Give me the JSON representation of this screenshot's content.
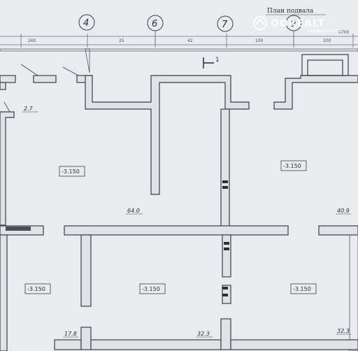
{
  "title": "План подвала",
  "watermark": {
    "brand": "OOREALT",
    "sub": "недвижимость"
  },
  "axes": [
    {
      "label": "4"
    },
    {
      "label": "6"
    },
    {
      "label": "7"
    },
    {
      "label": "9"
    }
  ],
  "dimensions": [
    "260",
    "25",
    "42",
    "100",
    "200",
    "6700"
  ],
  "section_mark": "1",
  "elevations": [
    {
      "text": "-3.150"
    },
    {
      "text": "-3.150"
    },
    {
      "text": "-3.150"
    },
    {
      "text": "-3.150"
    },
    {
      "text": "-3.150"
    }
  ],
  "areas": [
    {
      "text": "2.7"
    },
    {
      "text": "64.0"
    },
    {
      "text": "40.9"
    },
    {
      "text": "17.8"
    },
    {
      "text": "32.3"
    },
    {
      "text": "32.3"
    }
  ],
  "colors": {
    "paper": "#e9ecee",
    "wall_fill": "#dfe3e6",
    "line": "#3b3f46",
    "watermark": "#ffffff"
  }
}
